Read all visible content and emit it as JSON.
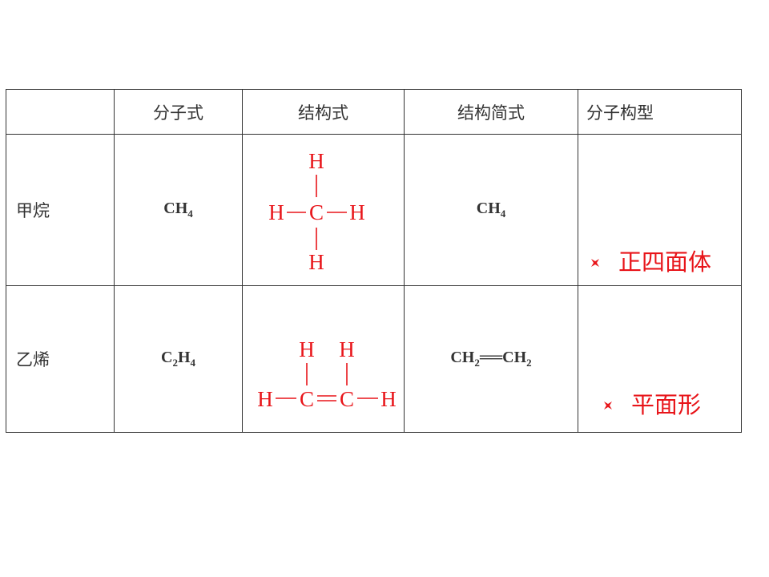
{
  "headers": [
    "",
    "分子式",
    "结构式",
    "结构简式",
    "分子构型"
  ],
  "rows": [
    {
      "name": "甲烷",
      "molecular_formula": {
        "parts": [
          "CH",
          "4"
        ]
      },
      "structural_formula": {
        "atoms": [
          "H",
          "H",
          "C",
          "H",
          "H"
        ]
      },
      "condensed_formula": {
        "parts": [
          "CH",
          "4"
        ]
      },
      "geometry": "正四面体"
    },
    {
      "name": "乙烯",
      "molecular_formula": {
        "parts": [
          "C",
          "2",
          "H",
          "4"
        ]
      },
      "structural_formula": {
        "atoms": [
          "H",
          "H",
          "H",
          "C",
          "C",
          "H"
        ]
      },
      "condensed_formula": {
        "parts": [
          "CH",
          "2",
          "CH",
          "2"
        ],
        "bond": "══"
      },
      "geometry": "平面形"
    }
  ],
  "colors": {
    "text": "#333333",
    "accent_red": "#e8151a",
    "border": "#333333"
  },
  "icons": {
    "bullet": "red-star-bullet-icon"
  }
}
